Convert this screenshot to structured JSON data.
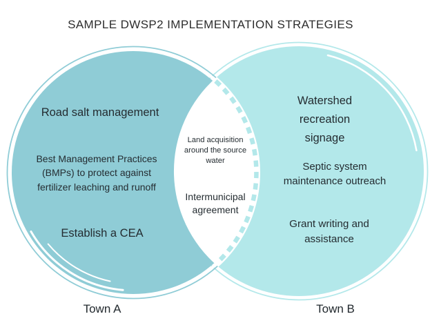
{
  "title": "SAMPLE DWSP2 IMPLEMENTATION STRATEGIES",
  "venn": {
    "left_circle": {
      "label": "Town A",
      "fill_color": "#8fccd6",
      "items": [
        "Road salt management",
        "Best Management Practices (BMPs) to protect against fertilizer leaching and runoff",
        "Establish a CEA"
      ]
    },
    "right_circle": {
      "label": "Town B",
      "fill_color": "#b3e8ea",
      "items": [
        "Watershed recreation signage",
        "Septic system maintenance outreach",
        "Grant writing and assistance"
      ]
    },
    "overlap": {
      "items": [
        "Land acquisition around the source water",
        "Intermunicipal agreement"
      ]
    }
  }
}
